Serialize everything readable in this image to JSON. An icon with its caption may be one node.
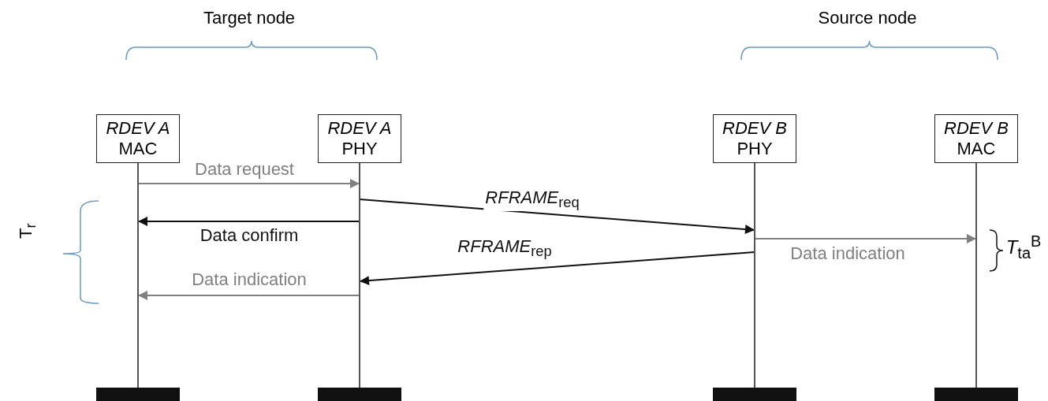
{
  "diagram": {
    "nodes": [
      {
        "text": [
          "RDEV A",
          "MAC"
        ]
      },
      {
        "text": [
          "RDEV A",
          "PHY"
        ]
      },
      {
        "text": [
          "RDEV B",
          "PHY"
        ]
      },
      {
        "text": [
          "RDEV B",
          "MAC"
        ]
      }
    ],
    "edges": [
      {
        "from": 0,
        "to": 1,
        "arrow": "to",
        "label": "Data request",
        "color": "#808080"
      },
      {
        "from": 1,
        "to": 2,
        "arrow": "to",
        "label": "*RFRAME*$_{req}$",
        "color": "#111111"
      },
      {
        "from": 1,
        "to": 0,
        "arrow": "to",
        "label": "Data confirm",
        "color": "#111111"
      },
      {
        "from": 2,
        "to": 3,
        "arrow": "to",
        "label": "Data indication",
        "color": "#808080"
      },
      {
        "from": 2,
        "to": 1,
        "arrow": "to",
        "label": "*RFRAME*$_{rep}$",
        "color": "#111111"
      },
      {
        "from": 1,
        "to": 0,
        "arrow": "to",
        "label": "Data indication",
        "color": "#808080"
      }
    ],
    "labels": [
      "Target node",
      "Source node",
      "T$_{r}$",
      "*T*$_{ta}$$^{B}$"
    ]
  }
}
